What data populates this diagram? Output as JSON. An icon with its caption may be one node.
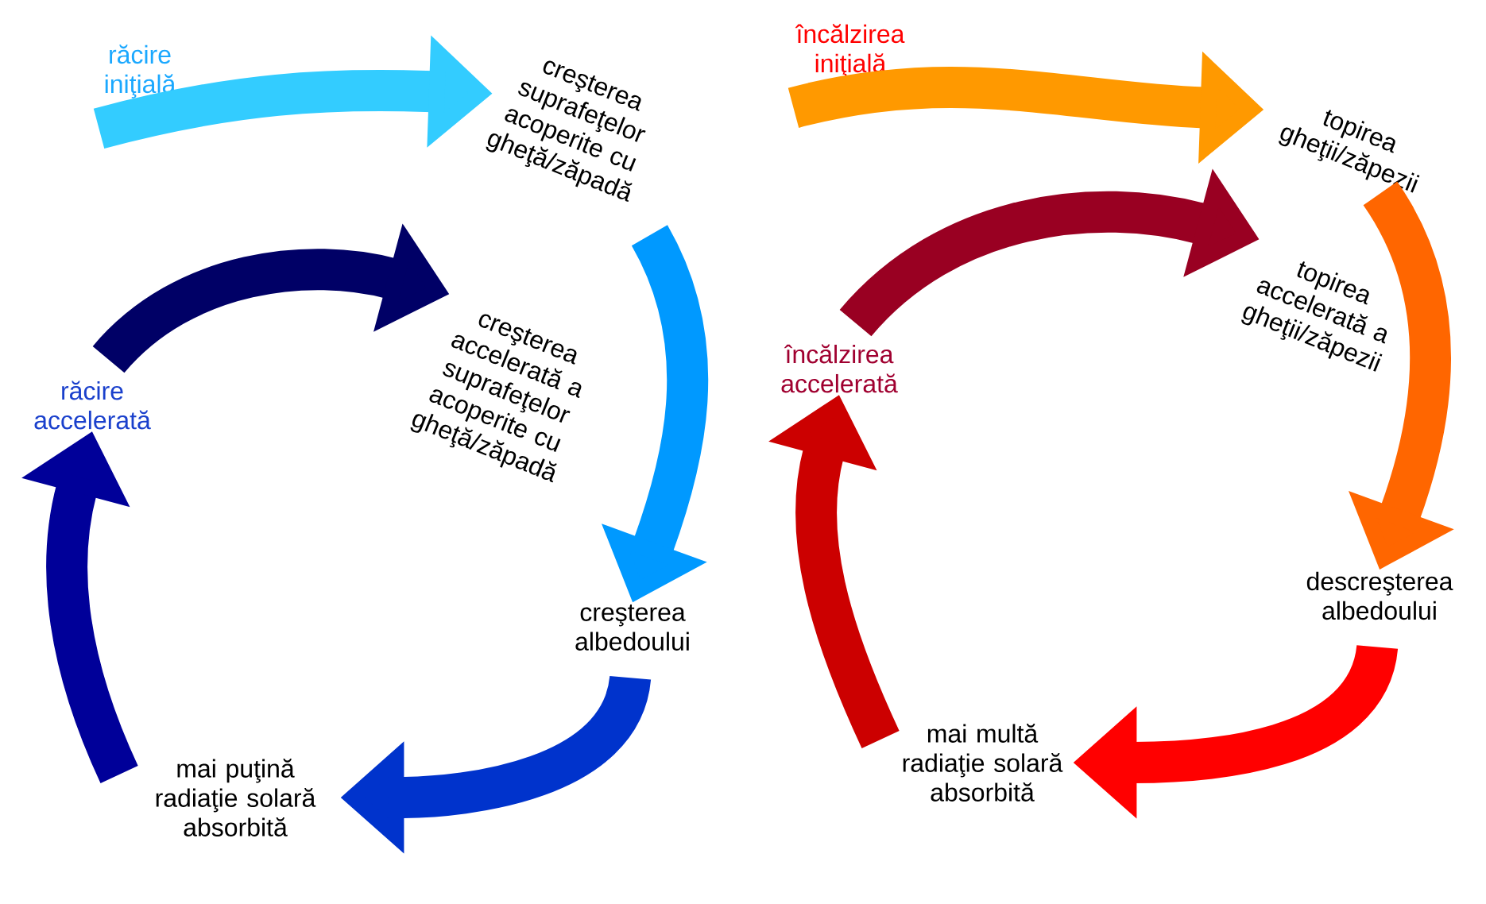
{
  "diagram": {
    "nodes": [
      {
        "text": [
          "răcire iniţială"
        ]
      },
      {
        "text": [
          "creşterea suprafeţelor acoperite cu gheţă/zăpadă"
        ]
      },
      {
        "text": [
          "creşterea accelerată a suprafeţelor acoperite cu gheţă/zăpadă"
        ]
      },
      {
        "text": [
          "creşterea albedoului"
        ]
      },
      {
        "text": [
          "mai puţină radiaţie solară absorbită"
        ]
      },
      {
        "text": [
          "răcire accelerată"
        ]
      },
      {
        "text": [
          "încălzirea iniţială"
        ]
      },
      {
        "text": [
          "topirea gheţii/zăpezii"
        ]
      },
      {
        "text": [
          "topirea accelerată a gheţii/zăpezii"
        ]
      },
      {
        "text": [
          "descreşterea albedoului"
        ]
      },
      {
        "text": [
          "mai multă radiaţie solară absorbită"
        ]
      },
      {
        "text": [
          "încălzirea accelerată"
        ]
      }
    ],
    "edges": [
      {
        "from": 0,
        "to": 1,
        "arrow": "to",
        "color": "#33ccff"
      },
      {
        "from": 1,
        "to": 3,
        "arrow": "to",
        "color": "#0099ff"
      },
      {
        "from": 3,
        "to": 4,
        "arrow": "to",
        "color": "#0033cc"
      },
      {
        "from": 4,
        "to": 5,
        "arrow": "to",
        "color": "#000099"
      },
      {
        "from": 5,
        "to": 2,
        "arrow": "to",
        "color": "#000066"
      },
      {
        "from": 6,
        "to": 7,
        "arrow": "to",
        "color": "#ff9900"
      },
      {
        "from": 7,
        "to": 9,
        "arrow": "to",
        "color": "#ff6600"
      },
      {
        "from": 9,
        "to": 10,
        "arrow": "to",
        "color": "#ff0000"
      },
      {
        "from": 10,
        "to": 11,
        "arrow": "to",
        "color": "#cc0000"
      },
      {
        "from": 11,
        "to": 8,
        "arrow": "to",
        "color": "#990022"
      }
    ]
  }
}
